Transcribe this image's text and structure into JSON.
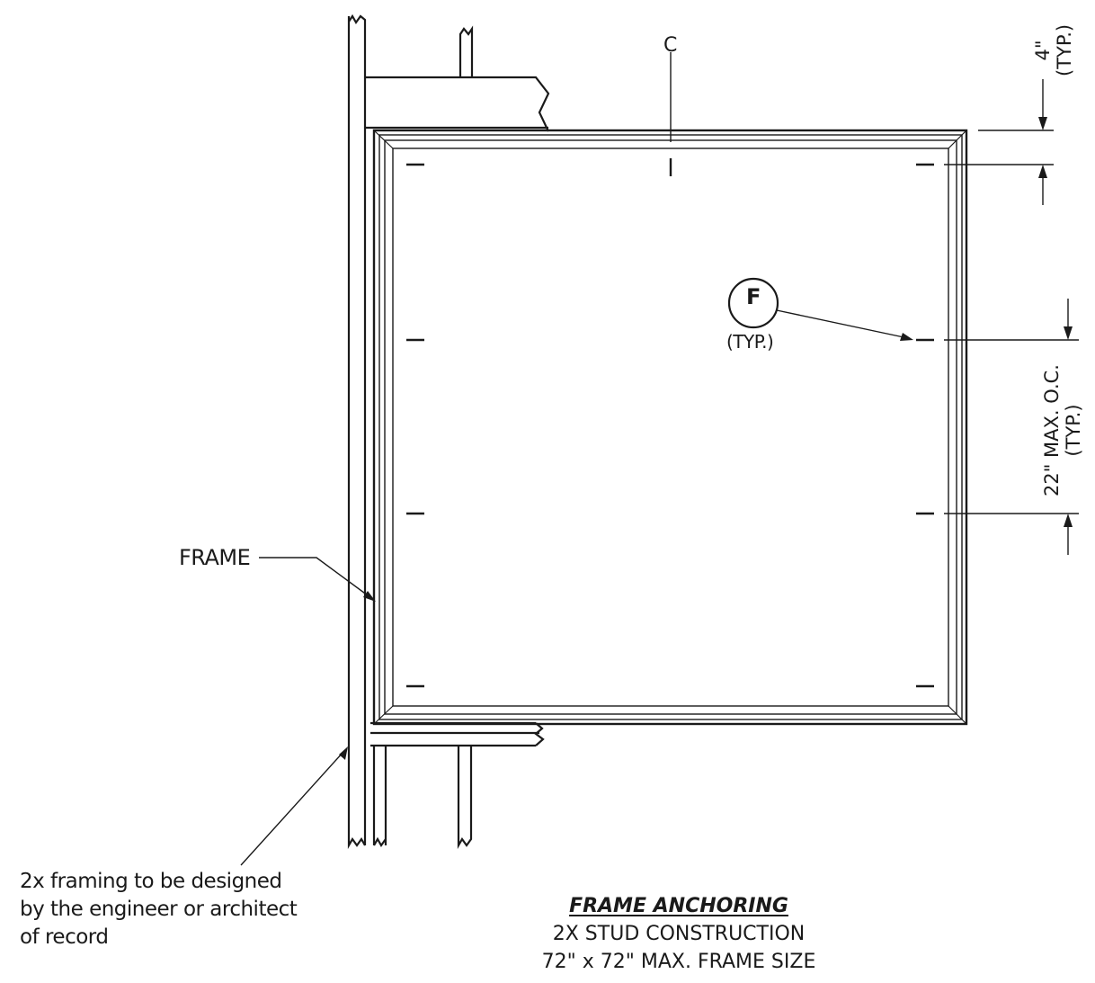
{
  "centerline_symbol": "C",
  "callout": {
    "letter": "F",
    "note": "(TYP.)"
  },
  "dimensions": {
    "top_offset": {
      "value": "4\"",
      "note": "(TYP.)"
    },
    "spacing": {
      "value": "22\" MAX. O.C.",
      "note": "(TYP.)"
    }
  },
  "labels": {
    "frame": "FRAME",
    "framing_note": [
      "2x framing to be designed",
      "by the engineer or architect",
      "of record"
    ]
  },
  "caption": {
    "title": "FRAME ANCHORING",
    "line1": "2X STUD CONSTRUCTION",
    "line2": "72\" x 72\" MAX. FRAME SIZE"
  }
}
